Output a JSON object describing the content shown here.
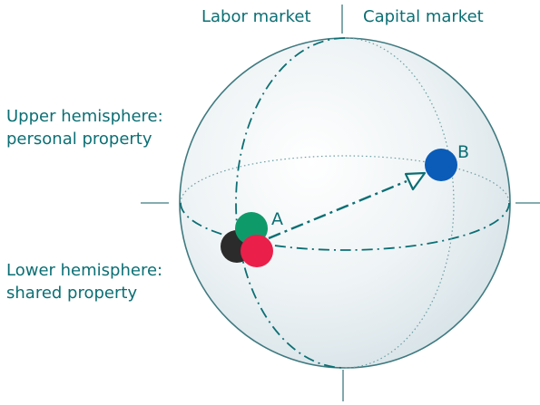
{
  "labels": {
    "labor_market": "Labor market",
    "capital_market": "Capital market",
    "upper_line1": "Upper hemisphere:",
    "upper_line2": "personal property",
    "lower_line1": "Lower hemisphere:",
    "lower_line2": "shared property"
  },
  "points": {
    "a_label": "A",
    "b_label": "B"
  },
  "colors": {
    "text": "#0b6f74",
    "line": "#0b6f74",
    "sphere_stroke": "#3f7a80",
    "point_b": "#0a5cb8",
    "point_green": "#0f9a6a",
    "point_black": "#2b2b2b",
    "point_red": "#ea1f4a"
  }
}
